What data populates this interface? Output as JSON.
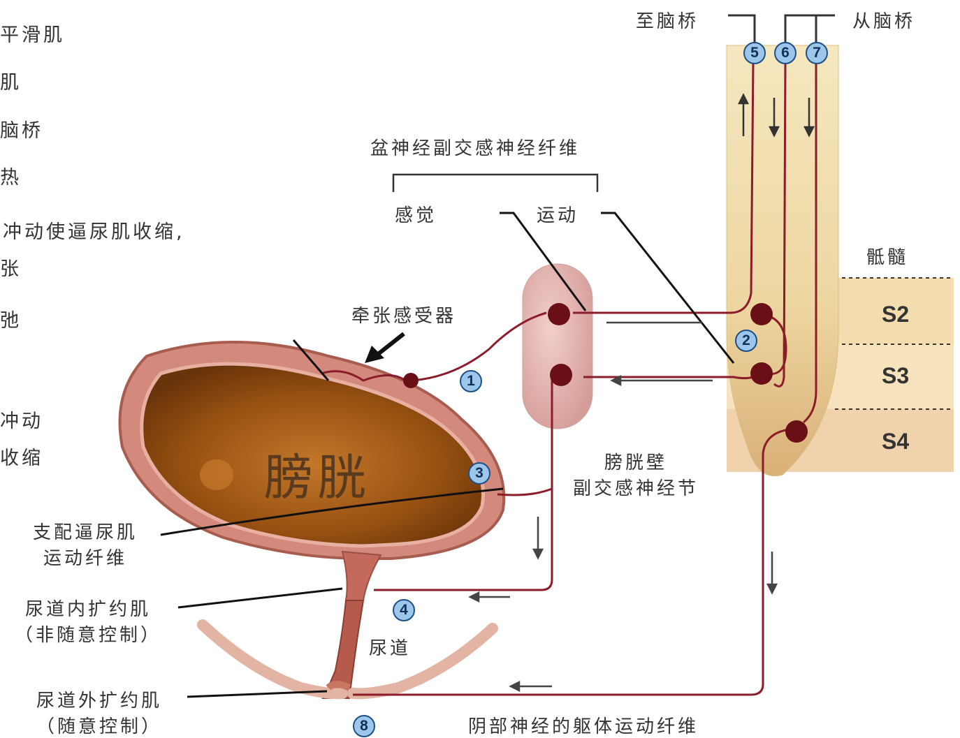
{
  "left_fragments": [
    "平滑肌",
    "肌",
    "脑桥",
    "热",
    "冲动使逼尿肌收缩,",
    "张",
    "弛",
    "冲动",
    "收缩"
  ],
  "labels": {
    "to_pons": "至脑桥",
    "from_pons": "从脑桥",
    "pelvic_nerve": "盆神经副交感神经纤维",
    "sensory": "感觉",
    "motor": "运动",
    "sacral_cord": "骶髓",
    "stretch_receptor": "牵张感受器",
    "bladder": "膀胱",
    "ganglion_line1": "膀胱壁",
    "ganglion_line2": "副交感神经节",
    "detrusor_line1": "支配逼尿肌",
    "detrusor_line2": "运动纤维",
    "internal_line1": "尿道内扩约肌",
    "internal_line2": "（非随意控制）",
    "urethra": "尿道",
    "external_line1": "尿道外扩约肌",
    "external_line2": "（随意控制）",
    "pudendal": "阴部神经的躯体运动纤维"
  },
  "segments": [
    "S2",
    "S3",
    "S4"
  ],
  "markers": [
    "1",
    "2",
    "3",
    "4",
    "5",
    "6",
    "7",
    "8"
  ],
  "colors": {
    "nerve": "#8b1c2a",
    "neuron": "#6b0f17",
    "badge_fill": "#9cc7ea",
    "badge_border": "#1d4f86",
    "spinal_cord": "#f1deb0",
    "ganglion": "#e6b3b0",
    "bladder_interior": "#9a5212",
    "bladder_wall": "#c87a6e"
  }
}
